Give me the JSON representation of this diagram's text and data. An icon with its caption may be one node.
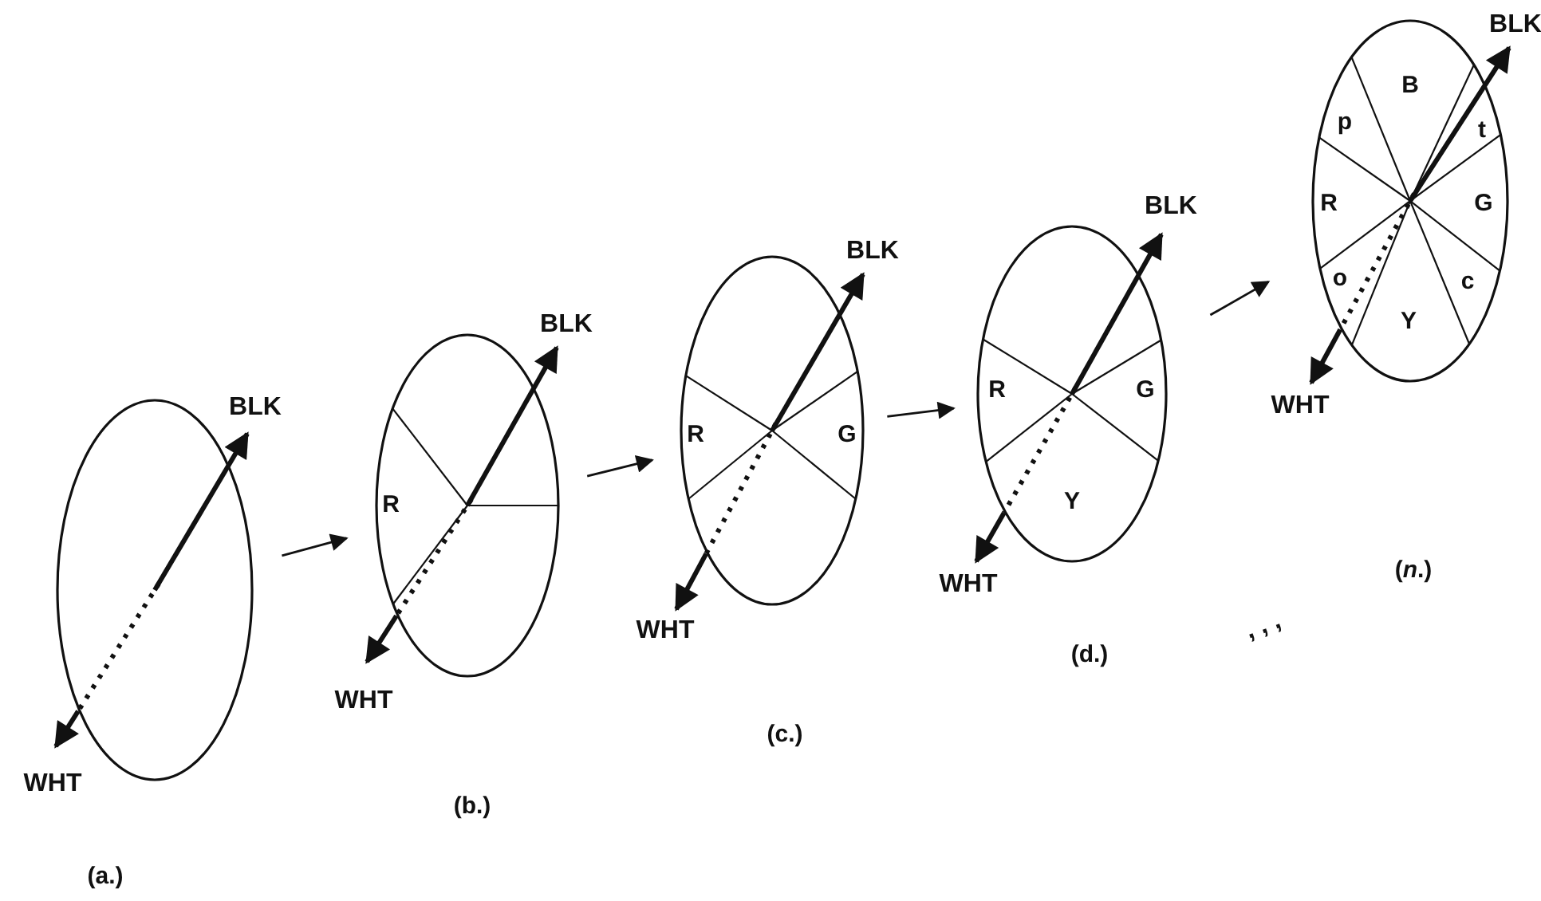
{
  "diagram": {
    "nodes": [
      {
        "text": [],
        "shape": "ellipse"
      },
      {
        "text": [
          "R"
        ]
      },
      {
        "text": [
          "R",
          "G"
        ]
      },
      {
        "text": [
          "R",
          "G",
          "Y"
        ]
      },
      {
        "text": [
          "B",
          "p",
          "t",
          "R",
          "G",
          "o",
          "c",
          "Y"
        ]
      }
    ],
    "edges": [
      {
        "from": 0,
        "to": 1,
        "arrow": "to"
      },
      {
        "from": 1,
        "to": 2,
        "arrow": "to"
      },
      {
        "from": 2,
        "to": 3,
        "arrow": "to"
      },
      {
        "from": 3,
        "to": 4,
        "arrow": "to"
      }
    ],
    "labels": [
      "BLK",
      "WHT",
      "BLK",
      "WHT",
      "BLK",
      "WHT",
      "BLK",
      "WHT",
      "BLK",
      "WHT",
      ", , ,",
      "(a.)",
      "(b.)",
      "(c.)",
      "(d.)",
      "(*n*.)"
    ]
  }
}
